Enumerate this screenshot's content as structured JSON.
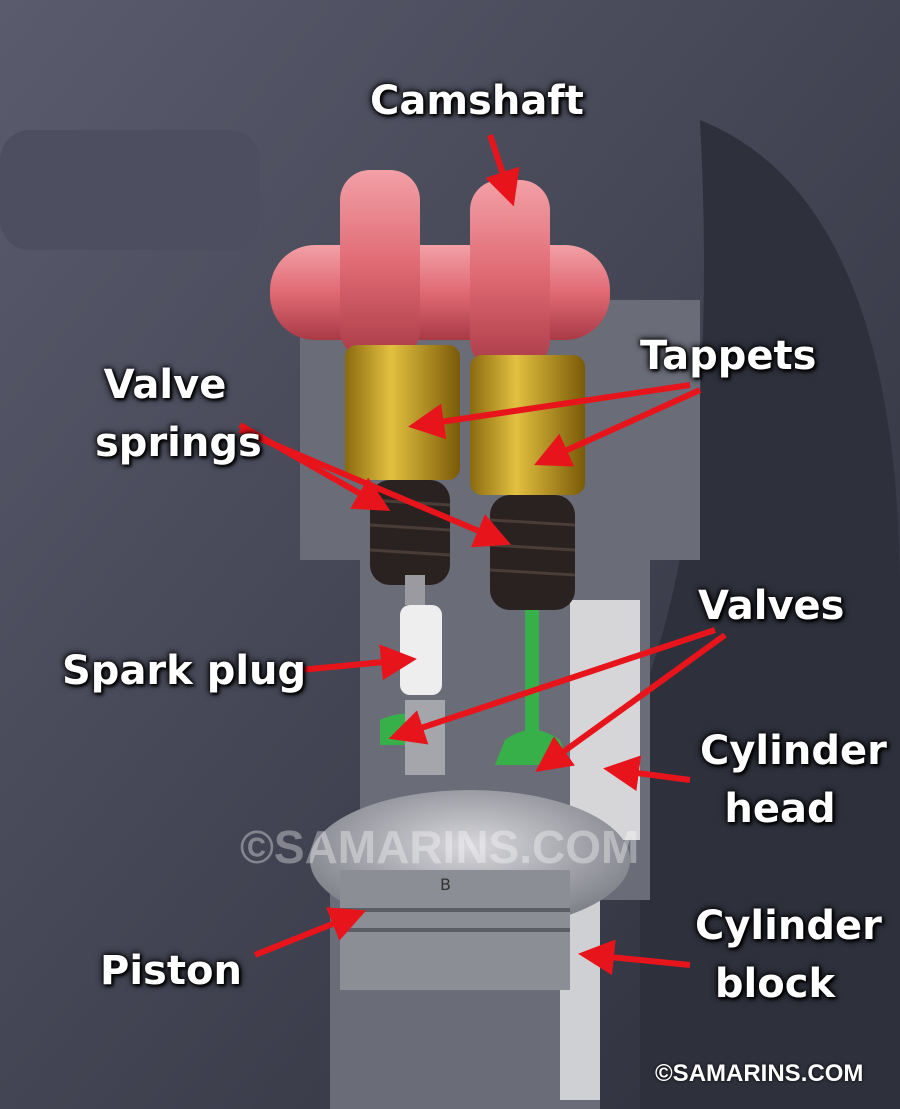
{
  "labels": {
    "camshaft": "Camshaft",
    "tappets": "Tappets",
    "valve_springs_line1": "Valve",
    "valve_springs_line2": "springs",
    "spark_plug": "Spark plug",
    "valves": "Valves",
    "cylinder_head_line1": "Cylinder",
    "cylinder_head_line2": "head",
    "cylinder_block_line1": "Cylinder",
    "cylinder_block_line2": "block",
    "piston": "Piston"
  },
  "watermark": {
    "center": "©SAMARINS.COM",
    "corner": "©SAMARINS.COM"
  },
  "piston_mark": "B",
  "colors": {
    "arrow": "#e8141c",
    "camshaft": "#e47a82",
    "tappet": "#c9a21e",
    "valve": "#38b04a",
    "background": "#3f4152"
  }
}
